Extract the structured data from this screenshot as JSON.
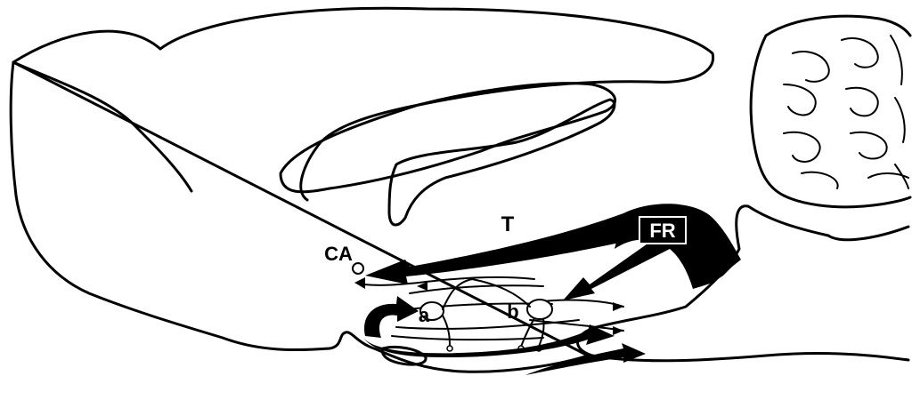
{
  "diagram": {
    "labels": {
      "tract": "T",
      "fr": "FR",
      "ca": "CA",
      "a": "a",
      "b": "b"
    },
    "colors": {
      "ink": "#000000",
      "paper": "#ffffff"
    }
  }
}
